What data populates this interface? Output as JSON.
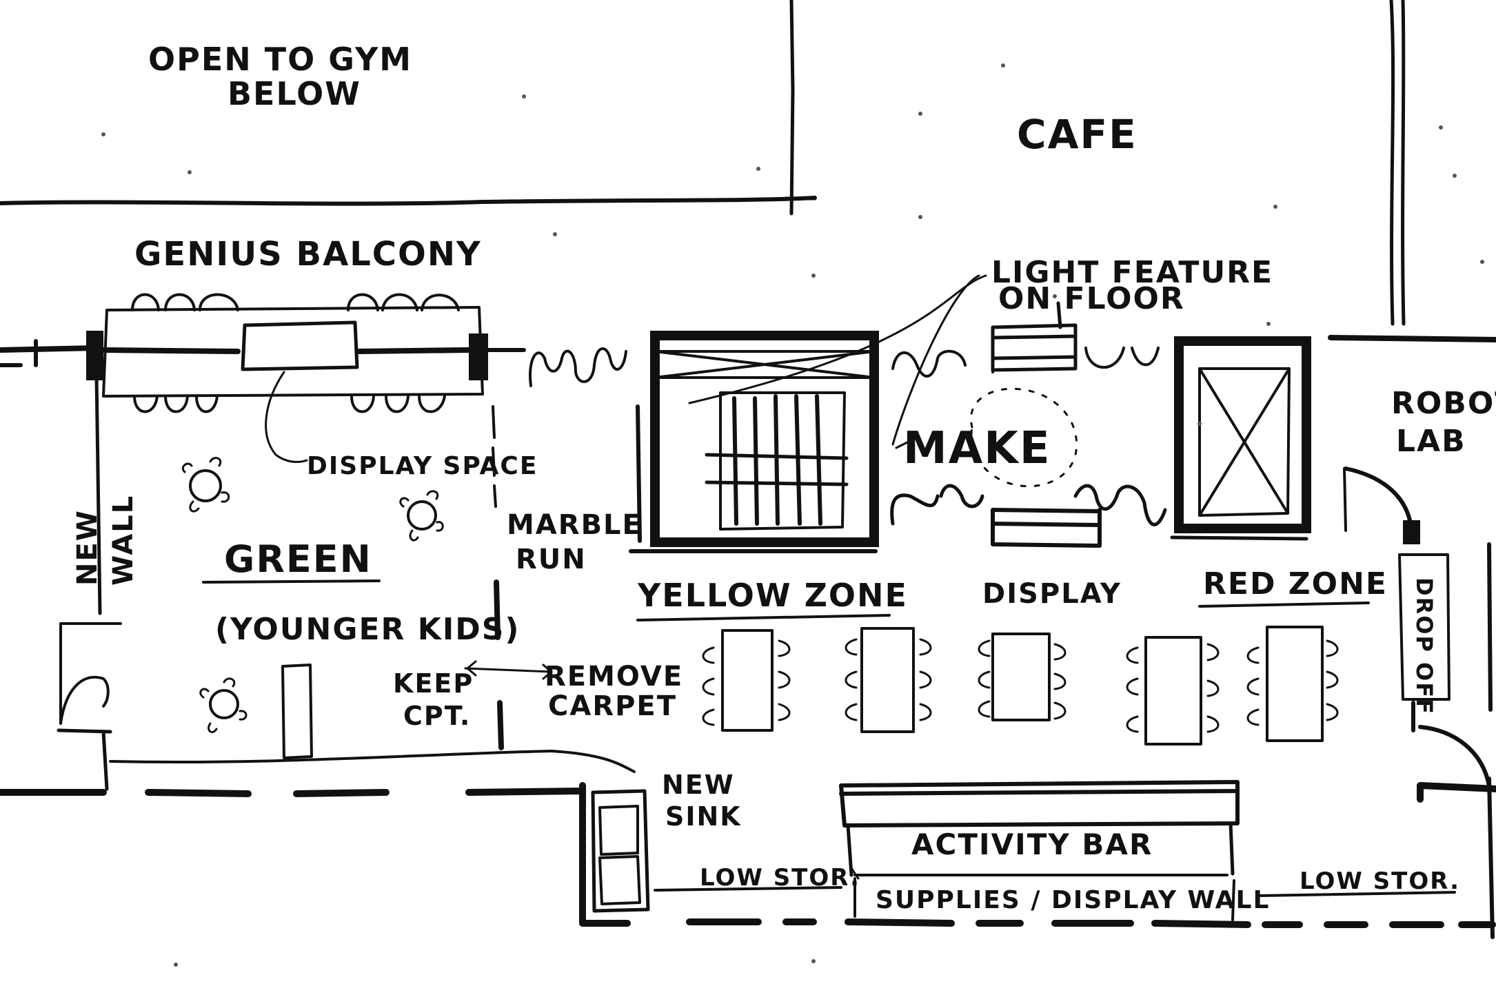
{
  "labels": {
    "open_to_gym_1": "OPEN TO GYM",
    "open_to_gym_2": "BELOW",
    "cafe": "CAFE",
    "genius_balcony": "GENIUS BALCONY",
    "light_feature_1": "LIGHT FEATURE",
    "light_feature_2": "ON FLOOR",
    "robot_lab_1": "ROBOT",
    "robot_lab_2": "LAB",
    "display_space": "DISPLAY SPACE",
    "make": "MAKE",
    "new_wall_1": "NEW",
    "new_wall_2": "WALL",
    "green": "GREEN",
    "younger_kids": "(YOUNGER KIDS)",
    "marble_run_1": "MARBLE",
    "marble_run_2": "RUN",
    "yellow_zone": "YELLOW ZONE",
    "display": "DISPLAY",
    "red_zone": "RED ZONE",
    "drop_off": "DROP OFF",
    "keep_cpt_1": "KEEP",
    "keep_cpt_2": "CPT.",
    "remove_carpet_1": "REMOVE",
    "remove_carpet_2": "CARPET",
    "new_sink_1": "NEW",
    "new_sink_2": "SINK",
    "activity_bar": "ACTIVITY BAR",
    "low_stor_left": "LOW STOR.",
    "low_stor_right": "LOW STOR.",
    "supplies_display_wall": "SUPPLIES / DISPLAY WALL"
  }
}
